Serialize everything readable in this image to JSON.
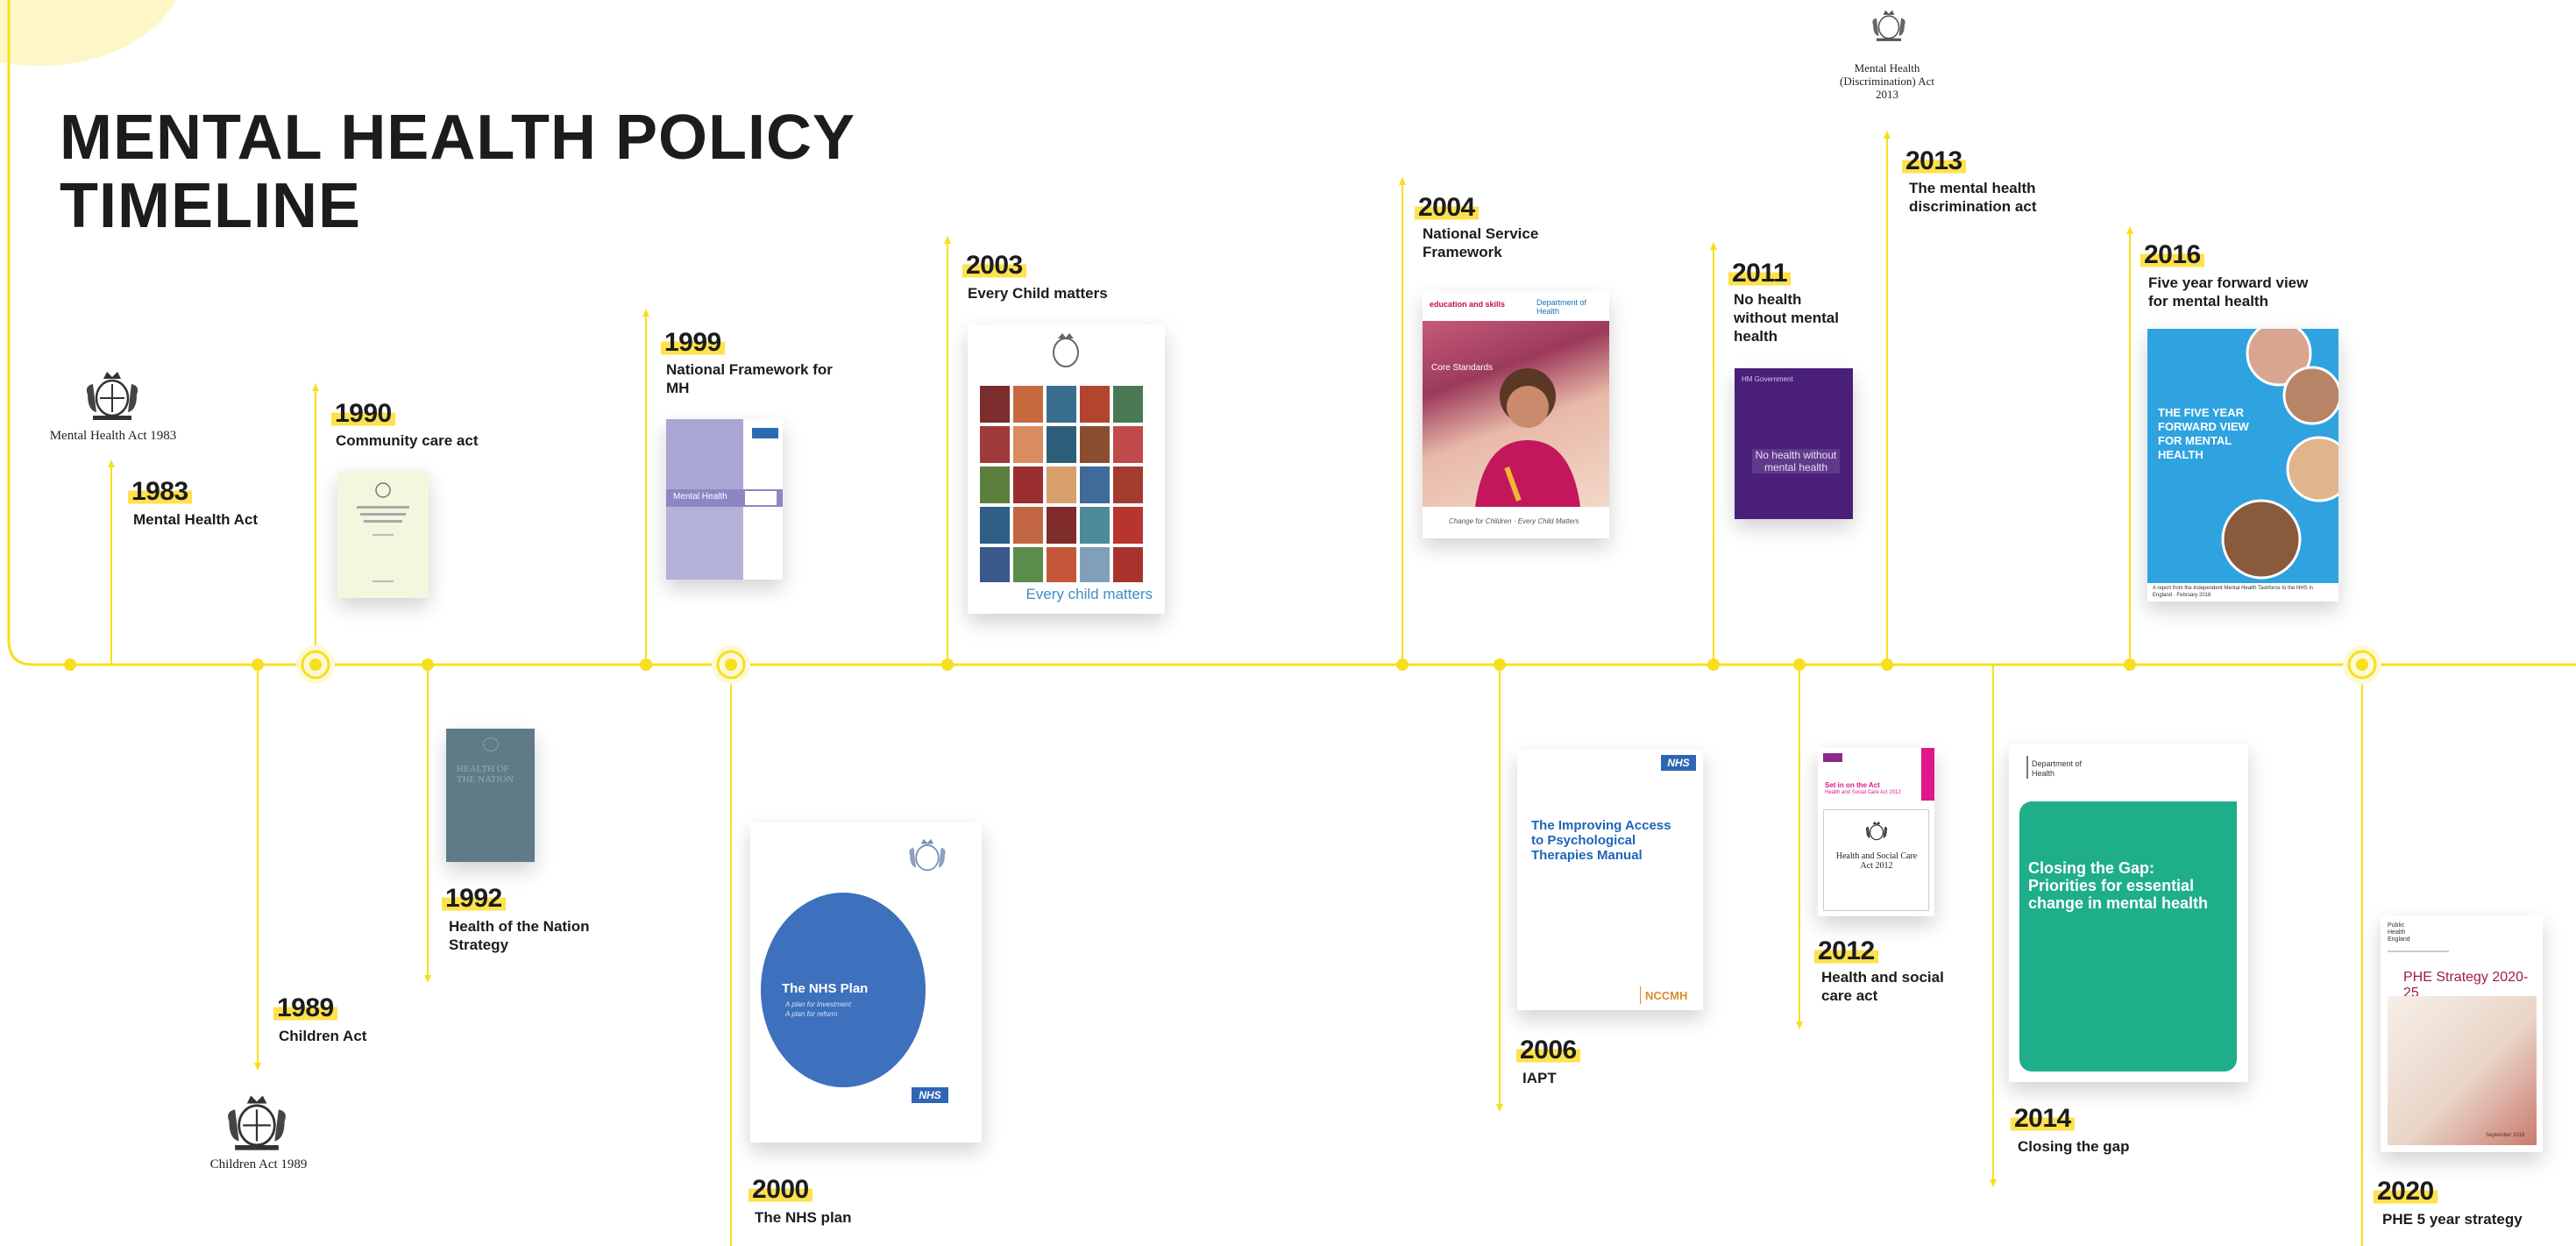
{
  "title": "MENTAL HEALTH POLICY\nTIMELINE",
  "colors": {
    "accent": "#f7df1e",
    "highlight": "#ffe14b",
    "text": "#1c1c1c"
  },
  "events": [
    {
      "year": "1983",
      "label": "Mental Health Act",
      "caption": "Mental Health Act 1983"
    },
    {
      "year": "1989",
      "label": "Children Act",
      "caption": "Children Act 1989"
    },
    {
      "year": "1990",
      "label": "Community care act"
    },
    {
      "year": "1992",
      "label": "Health of the Nation Strategy",
      "cover_text": "HEALTH OF THE NATION"
    },
    {
      "year": "1999",
      "label": "National Framework for MH",
      "cover_text": "Mental Health"
    },
    {
      "year": "2000",
      "label": "The NHS plan",
      "cover_title": "The NHS Plan",
      "cover_sub1": "A plan for investment",
      "cover_sub2": "A plan for reform",
      "nhs_badge": "NHS"
    },
    {
      "year": "2003",
      "label": "Every Child matters",
      "cover_footer": "Every child matters"
    },
    {
      "year": "2004",
      "label": "National Service Framework",
      "cover_org1": "education and skills",
      "cover_org2": "Department of Health",
      "cover_heading": "Core Standards",
      "cover_caption": "Change for Children · Every Child Matters"
    },
    {
      "year": "2006",
      "label": "IAPT",
      "cover_title": "The Improving Access to Psychological Therapies Manual",
      "nhs_badge": "NHS",
      "cover_logo": "NCCMH"
    },
    {
      "year": "2011",
      "label": "No health without mental health",
      "cover_title": "No health without mental health",
      "cover_org": "HM Government"
    },
    {
      "year": "2012",
      "label": "Health and social care act",
      "cover_title": "Set in on the Act",
      "cover_sub": "Health and Social Care Act 2012",
      "cover_inner": "Health and Social Care Act 2012"
    },
    {
      "year": "2013",
      "label": "The mental health discrimination act",
      "caption": "Mental Health (Discrimination) Act 2013"
    },
    {
      "year": "2014",
      "label": "Closing the gap",
      "cover_org": "Department of Health",
      "cover_title": "Closing the Gap: Priorities for essential change in mental health"
    },
    {
      "year": "2016",
      "label": "Five year forward view for mental health",
      "cover_title": "THE FIVE YEAR FORWARD VIEW FOR MENTAL HEALTH",
      "cover_footer": "A report from the Independent Mental Health Taskforce to the NHS in England · February 2016"
    },
    {
      "year": "2020",
      "label": "PHE 5 year strategy",
      "cover_org": "Public Health England",
      "cover_title": "PHE Strategy 2020-25",
      "cover_date": "September 2019"
    }
  ]
}
